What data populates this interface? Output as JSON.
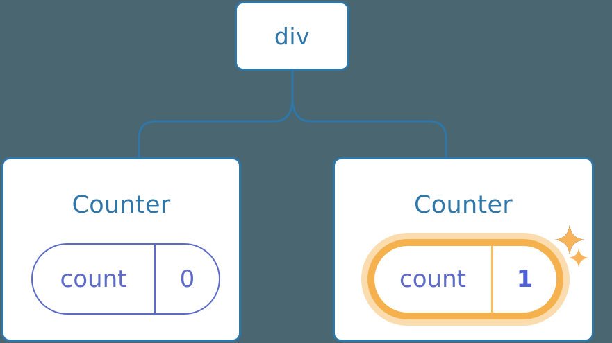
{
  "theme": {
    "background": "#4a6670",
    "card_background": "#ffffff",
    "card_border": "#2e77a8",
    "text_blue": "#2e77a8",
    "pill_stroke": "#5c6bc8",
    "pill_text": "#5c6bc8",
    "highlight_value_text": "#5061d4",
    "highlight_ring": "#f5b14e",
    "highlight_glow": "#fbdcaf",
    "highlight_divider": "#f8bd63"
  },
  "tree": {
    "root": {
      "tag": "div"
    },
    "children": [
      {
        "title": "Counter",
        "state": {
          "key": "count",
          "value": "0"
        },
        "highlighted": false
      },
      {
        "title": "Counter",
        "state": {
          "key": "count",
          "value": "1"
        },
        "highlighted": true,
        "sparkles": [
          "sparkle-large",
          "sparkle-small"
        ]
      }
    ]
  }
}
